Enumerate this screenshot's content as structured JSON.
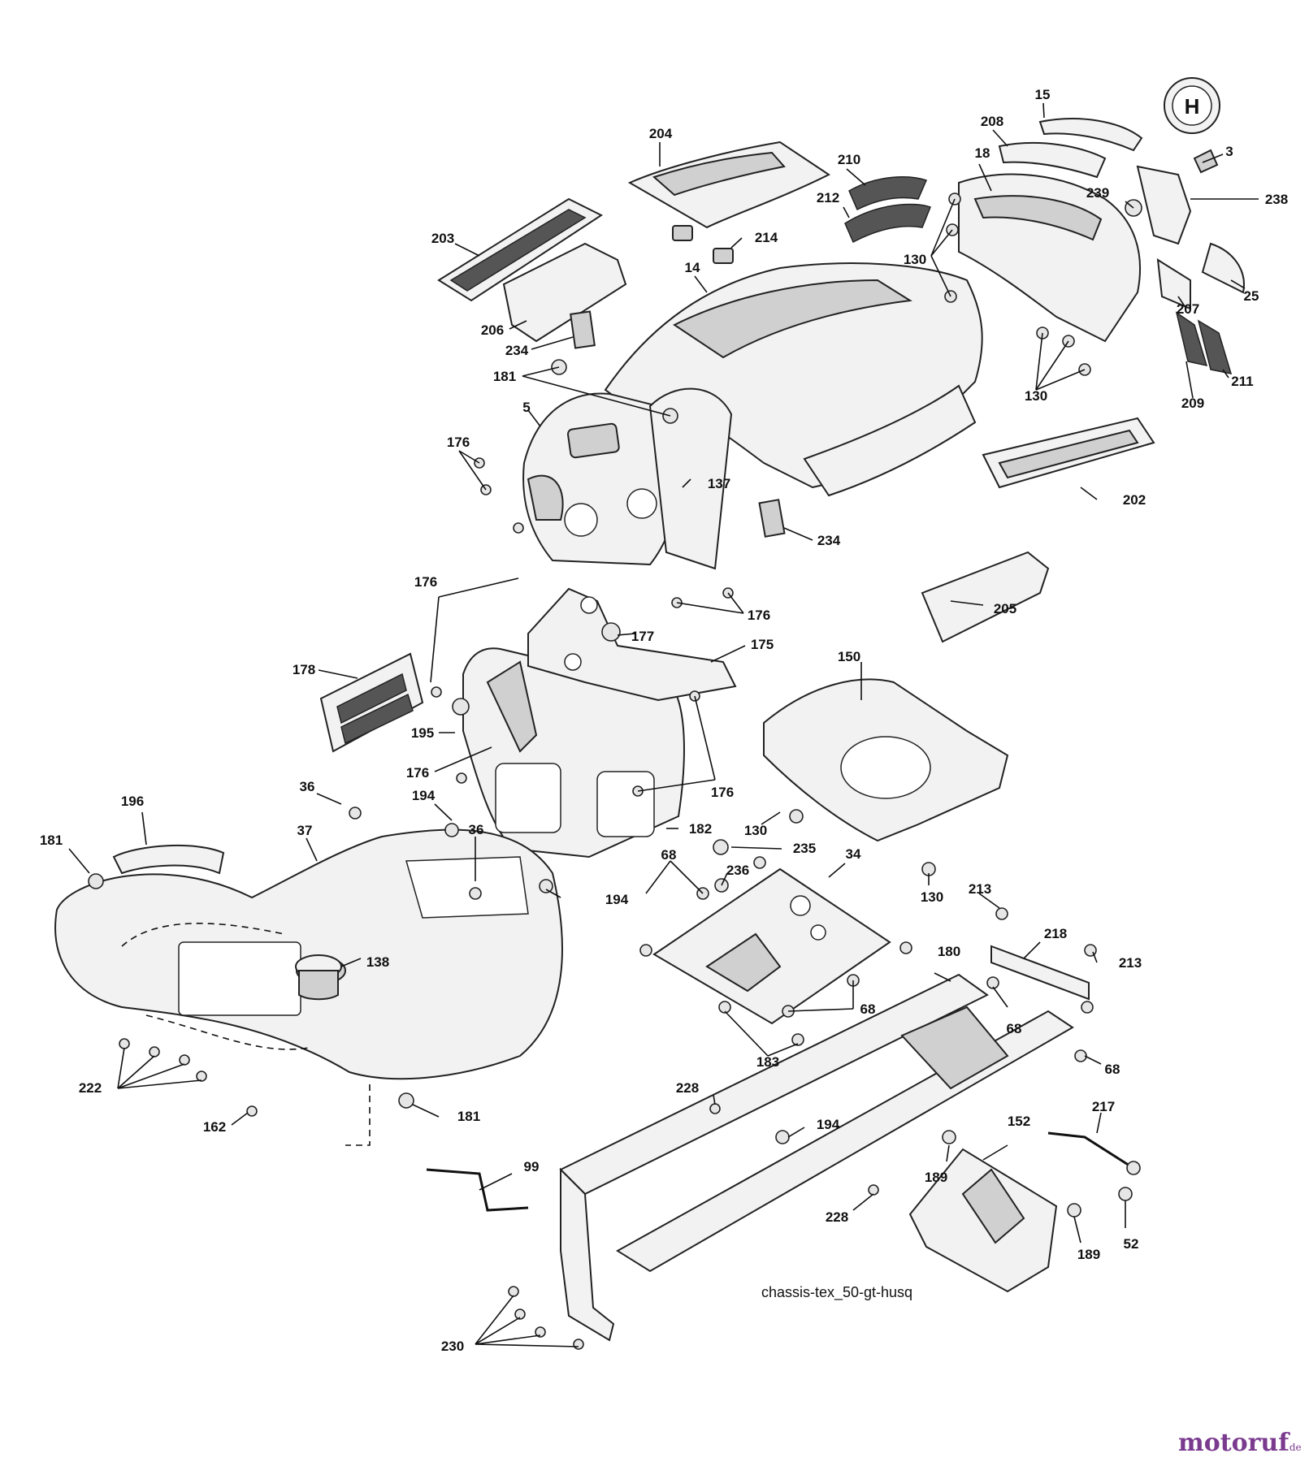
{
  "callouts": [
    {
      "id": "c15",
      "label": "15"
    },
    {
      "id": "c204",
      "label": "204"
    },
    {
      "id": "c208",
      "label": "208"
    },
    {
      "id": "c3",
      "label": "3"
    },
    {
      "id": "c18",
      "label": "18"
    },
    {
      "id": "c210",
      "label": "210"
    },
    {
      "id": "c239",
      "label": "239"
    },
    {
      "id": "c238",
      "label": "238"
    },
    {
      "id": "c212",
      "label": "212"
    },
    {
      "id": "c203",
      "label": "203"
    },
    {
      "id": "c214",
      "label": "214"
    },
    {
      "id": "c130a",
      "label": "130"
    },
    {
      "id": "c14",
      "label": "14"
    },
    {
      "id": "c25",
      "label": "25"
    },
    {
      "id": "c207",
      "label": "207"
    },
    {
      "id": "c206",
      "label": "206"
    },
    {
      "id": "c234a",
      "label": "234"
    },
    {
      "id": "c181a",
      "label": "181"
    },
    {
      "id": "c211",
      "label": "211"
    },
    {
      "id": "c130b",
      "label": "130"
    },
    {
      "id": "c209",
      "label": "209"
    },
    {
      "id": "c5",
      "label": "5"
    },
    {
      "id": "c176a",
      "label": "176"
    },
    {
      "id": "c137",
      "label": "137"
    },
    {
      "id": "c202",
      "label": "202"
    },
    {
      "id": "c234b",
      "label": "234"
    },
    {
      "id": "c176b",
      "label": "176"
    },
    {
      "id": "c205",
      "label": "205"
    },
    {
      "id": "c176c",
      "label": "176"
    },
    {
      "id": "c177",
      "label": "177"
    },
    {
      "id": "c175",
      "label": "175"
    },
    {
      "id": "c178",
      "label": "178"
    },
    {
      "id": "c150",
      "label": "150"
    },
    {
      "id": "c195",
      "label": "195"
    },
    {
      "id": "c176d",
      "label": "176"
    },
    {
      "id": "c36a",
      "label": "36"
    },
    {
      "id": "c176e",
      "label": "176"
    },
    {
      "id": "c194a",
      "label": "194"
    },
    {
      "id": "c196",
      "label": "196"
    },
    {
      "id": "c36b",
      "label": "36"
    },
    {
      "id": "c182",
      "label": "182"
    },
    {
      "id": "c130c",
      "label": "130"
    },
    {
      "id": "c37",
      "label": "37"
    },
    {
      "id": "c181b",
      "label": "181"
    },
    {
      "id": "c235",
      "label": "235"
    },
    {
      "id": "c34",
      "label": "34"
    },
    {
      "id": "c68a",
      "label": "68"
    },
    {
      "id": "c236",
      "label": "236"
    },
    {
      "id": "c194b",
      "label": "194"
    },
    {
      "id": "c130d",
      "label": "130"
    },
    {
      "id": "c213a",
      "label": "213"
    },
    {
      "id": "c218",
      "label": "218"
    },
    {
      "id": "c213b",
      "label": "213"
    },
    {
      "id": "c138",
      "label": "138"
    },
    {
      "id": "c180",
      "label": "180"
    },
    {
      "id": "c68b",
      "label": "68"
    },
    {
      "id": "c68c",
      "label": "68"
    },
    {
      "id": "c68d",
      "label": "68"
    },
    {
      "id": "c183",
      "label": "183"
    },
    {
      "id": "c222",
      "label": "222"
    },
    {
      "id": "c228a",
      "label": "228"
    },
    {
      "id": "c194c",
      "label": "194"
    },
    {
      "id": "c162",
      "label": "162"
    },
    {
      "id": "c181c",
      "label": "181"
    },
    {
      "id": "c152",
      "label": "152"
    },
    {
      "id": "c217",
      "label": "217"
    },
    {
      "id": "c99",
      "label": "99"
    },
    {
      "id": "c189a",
      "label": "189"
    },
    {
      "id": "c228b",
      "label": "228"
    },
    {
      "id": "c52",
      "label": "52"
    },
    {
      "id": "c189b",
      "label": "189"
    },
    {
      "id": "c230",
      "label": "230"
    }
  ],
  "caption": "chassis-tex_50-gt-husq",
  "watermark": {
    "name": "motoruf",
    "tld": ".de"
  },
  "logo": {
    "letter": "H"
  },
  "colors": {
    "line": "#222222",
    "brand": "#7a3b8f"
  }
}
